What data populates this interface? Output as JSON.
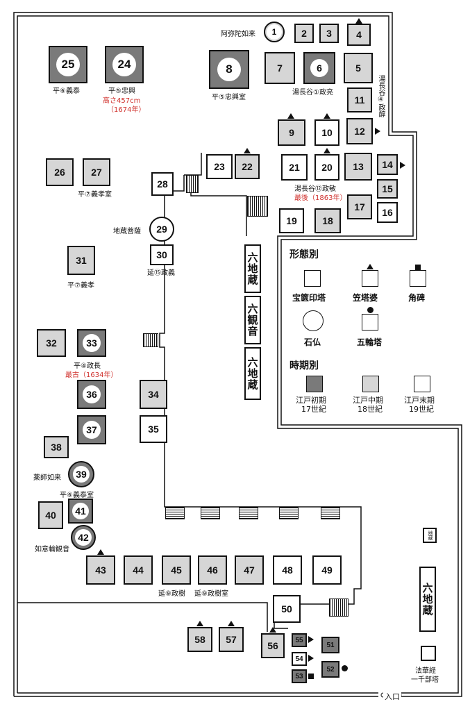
{
  "monuments": {
    "m1": "1",
    "m2": "2",
    "m3": "3",
    "m4": "4",
    "m5": "5",
    "m6": "6",
    "m7": "7",
    "m8": "8",
    "m9": "9",
    "m10": "10",
    "m11": "11",
    "m12": "12",
    "m13": "13",
    "m14": "14",
    "m15": "15",
    "m16": "16",
    "m17": "17",
    "m18": "18",
    "m19": "19",
    "m20": "20",
    "m21": "21",
    "m22": "22",
    "m23": "23",
    "m24": "24",
    "m25": "25",
    "m26": "26",
    "m27": "27",
    "m28": "28",
    "m29": "29",
    "m30": "30",
    "m31": "31",
    "m32": "32",
    "m33": "33",
    "m34": "34",
    "m35": "35",
    "m36": "36",
    "m37": "37",
    "m38": "38",
    "m39": "39",
    "m40": "40",
    "m41": "41",
    "m42": "42",
    "m43": "43",
    "m44": "44",
    "m45": "45",
    "m46": "46",
    "m47": "47",
    "m48": "48",
    "m49": "49",
    "m50": "50",
    "m51": "51",
    "m52": "52",
    "m53": "53",
    "m54": "54",
    "m55": "55",
    "m56": "56",
    "m57": "57",
    "m58": "58"
  },
  "labels": {
    "amida": "阿弥陀如来",
    "hei6_yoshiyasu": "平⑥義泰",
    "hei5_tadaoki": "平⑤忠興",
    "height": "高さ457cm",
    "height_year": "（1674年）",
    "hei5_tadaoki_shitsu": "平⑤忠興室",
    "yunagaya1": "湯長谷①政亮",
    "yunagaya4": "湯長谷④政醇",
    "hei7_yoshitaka_shitsu": "平⑦義孝室",
    "yunagaya12": "湯長谷⑫政敏",
    "saigo": "最後（1863年）",
    "jizo": "地蔵菩薩",
    "en15": "延⑮政義",
    "hei7_yoshitaka": "平⑦義孝",
    "hei4_masanaga": "平④政長",
    "saiko": "最古（1634年）",
    "yakushi": "薬師如来",
    "hei6_yoshiyasu_shitsu": "平⑥義泰室",
    "nyoirin": "如意輪観音",
    "en9": "延⑨政樹",
    "en9_shitsu": "延⑨政樹室",
    "rokujizo": "六地蔵",
    "rokukannon": "六観音",
    "jizo_small": "地蔵",
    "hokekyo_1": "法華経",
    "hokekyo_2": "一千部塔",
    "entrance": "入口"
  },
  "legend": {
    "form_title": "形態別",
    "houkyoin": "宝篋印塔",
    "kasatoba": "笠塔婆",
    "kakuhi": "角碑",
    "sekibutsu": "石仏",
    "gorin": "五輪塔",
    "period_title": "時期別",
    "early_1": "江戸初期",
    "early_2": "17世紀",
    "mid_1": "江戸中期",
    "mid_2": "18世紀",
    "late_1": "江戸末期",
    "late_2": "19世紀"
  },
  "colors": {
    "early": "#7a7a7a",
    "mid": "#d6d6d6",
    "late": "#ffffff",
    "red": "#d0312d"
  }
}
